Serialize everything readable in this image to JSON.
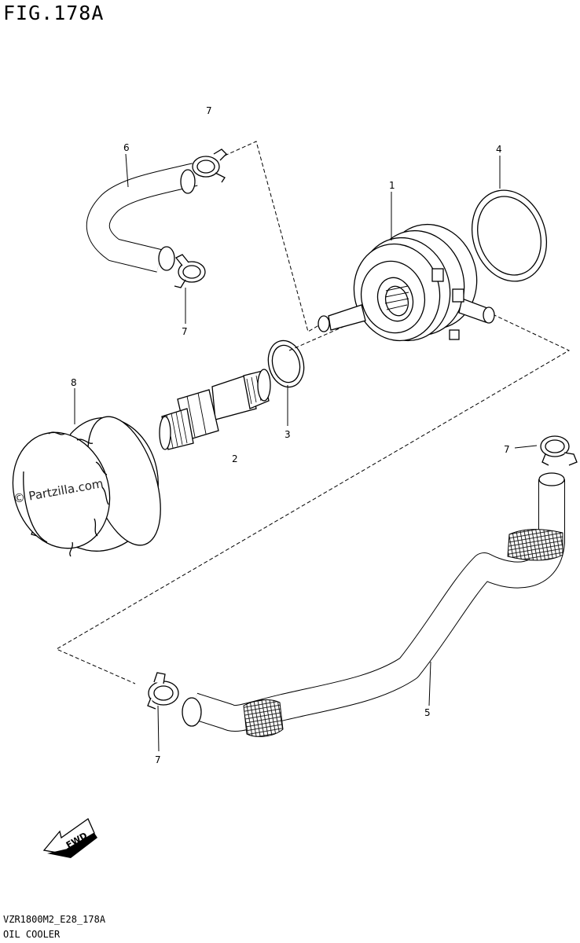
{
  "figure": {
    "title": "FIG.178A"
  },
  "watermark": "© Partzilla.com",
  "fwd_label": "FWD",
  "callouts": {
    "c1": "1",
    "c2": "2",
    "c3": "3",
    "c4": "4",
    "c5": "5",
    "c6": "6",
    "c7a": "7",
    "c7b": "7",
    "c7c": "7",
    "c7d": "7",
    "c8": "8"
  },
  "footer": {
    "code": "VZR1800M2_E28_178A",
    "name": "OIL COOLER"
  }
}
